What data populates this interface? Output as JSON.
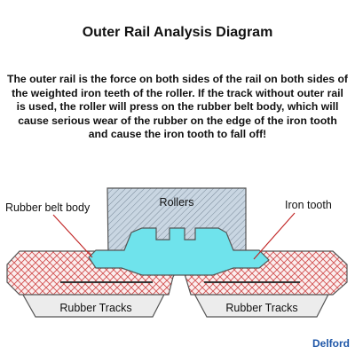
{
  "title": "Outer Rail Analysis Diagram",
  "description": "The outer rail is the force on both sides of the rail on both sides of the weighted iron teeth of the roller. If the track without outer rail is used, the roller will press on the rubber belt body, which will cause serious wear of the rubber on the edge of the iron tooth and cause the iron tooth to fall off!",
  "labels": {
    "rollers": "Rollers",
    "iron_tooth": "Iron tooth",
    "rubber_belt_body": "Rubber belt body",
    "rubber_tracks_left": "Rubber Tracks",
    "rubber_tracks_right": "Rubber Tracks"
  },
  "brand": "Delford",
  "colors": {
    "roller_fill": "#c9d6e2",
    "iron_tooth_fill": "#6fe3ec",
    "belt_hatch": "#d25050",
    "track_fill": "#ececec",
    "pointer_line": "#c02020",
    "brand": "#1f57a8"
  }
}
